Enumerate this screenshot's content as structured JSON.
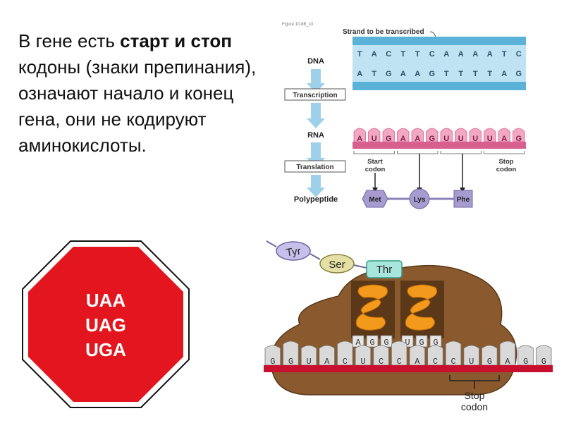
{
  "slide": {
    "text_prefix": "В гене есть ",
    "text_bold": "старт и стоп",
    "text_rest": " кодоны (знаки препинания), означают начало и конец гена, они не кодируют аминокислоты."
  },
  "gene_figure": {
    "figure_id": "Figure 10.8B_s3",
    "strand_label": "Strand to be transcribed",
    "dna_label": "DNA",
    "transcription_label": "Transcription",
    "rna_label": "RNA",
    "translation_label": "Translation",
    "polypeptide_label": "Polypeptide",
    "dna_top": [
      "T",
      "A",
      "C",
      "T",
      "T",
      "C",
      "A",
      "A",
      "A",
      "A",
      "T",
      "C"
    ],
    "dna_bottom": [
      "A",
      "T",
      "G",
      "A",
      "A",
      "G",
      "T",
      "T",
      "T",
      "T",
      "A",
      "G"
    ],
    "rna": [
      "A",
      "U",
      "G",
      "A",
      "A",
      "G",
      "U",
      "U",
      "U",
      "U",
      "A",
      "G"
    ],
    "start_codon": "Start codon",
    "stop_codon": "Stop codon",
    "amino_acids": [
      "Met",
      "Lys",
      "Phe"
    ],
    "colors": {
      "dna": "#a8d8ee",
      "dna_dark": "#5ab2d8",
      "rna": "#f2a7c3",
      "rna_dark": "#d8608f",
      "amino": "#a79bd0"
    }
  },
  "stop_sign": {
    "codons": [
      "UAA",
      "UAG",
      "UGA"
    ],
    "color": "#e3161f"
  },
  "ribosome_figure": {
    "chain": [
      "Tyr",
      "Ser",
      "Thr"
    ],
    "trna_left": [
      "A",
      "G",
      "G"
    ],
    "trna_right": [
      "U",
      "G",
      "G"
    ],
    "mrna": [
      "G",
      "G",
      "U",
      "A",
      "C",
      "U",
      "C",
      "C",
      "A",
      "C",
      "C",
      "U",
      "G",
      "A",
      "G",
      "G"
    ],
    "stop_codon": "Stop codon",
    "colors": {
      "ribosome": "#8a5a2e",
      "mrna": "#c8102e",
      "helix": "#f39a1c"
    }
  }
}
